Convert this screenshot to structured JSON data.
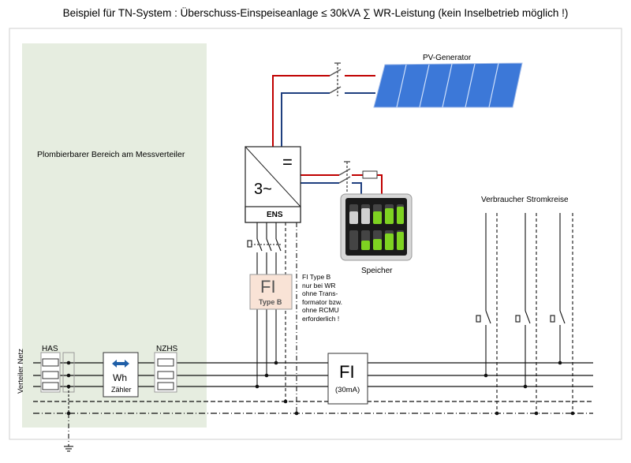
{
  "title": "Beispiel für TN-System :  Überschuss-Einspeiseanlage  ≤ 30kVA ∑ WR-Leistung  (kein Inselbetrieb möglich !)",
  "labels": {
    "plombierbar": "Plombierbarer Bereich am Messverteiler",
    "pv_generator": "PV-Generator",
    "inverter_dc": "=",
    "inverter_ac": "3~",
    "ens": "ENS",
    "speicher": "Speicher",
    "verbraucher": "Verbraucher Stromkreise",
    "has": "HAS",
    "nzhs": "NZHS",
    "verteiler_netz": "Verteiler Netz",
    "meter_symbol": "Wh",
    "meter_label": "Zähler",
    "fi_b_symbol": "FI",
    "fi_b_type": "Type B",
    "fi_note": [
      "FI Type B",
      "nur bei WR",
      "ohne Trans-",
      "formator bzw.",
      "ohne RCMU",
      "erforderlich !"
    ],
    "fi_main_symbol": "FI",
    "fi_main_rating": "(30mA)"
  },
  "colors": {
    "dc_plus": "#c00000",
    "dc_minus": "#1f3f7f",
    "sealed_area": "#e6ede0",
    "pv_panel": "#3c78d8",
    "battery_green": "#7ed321",
    "fi_b_fill": "#f9e3d6"
  }
}
